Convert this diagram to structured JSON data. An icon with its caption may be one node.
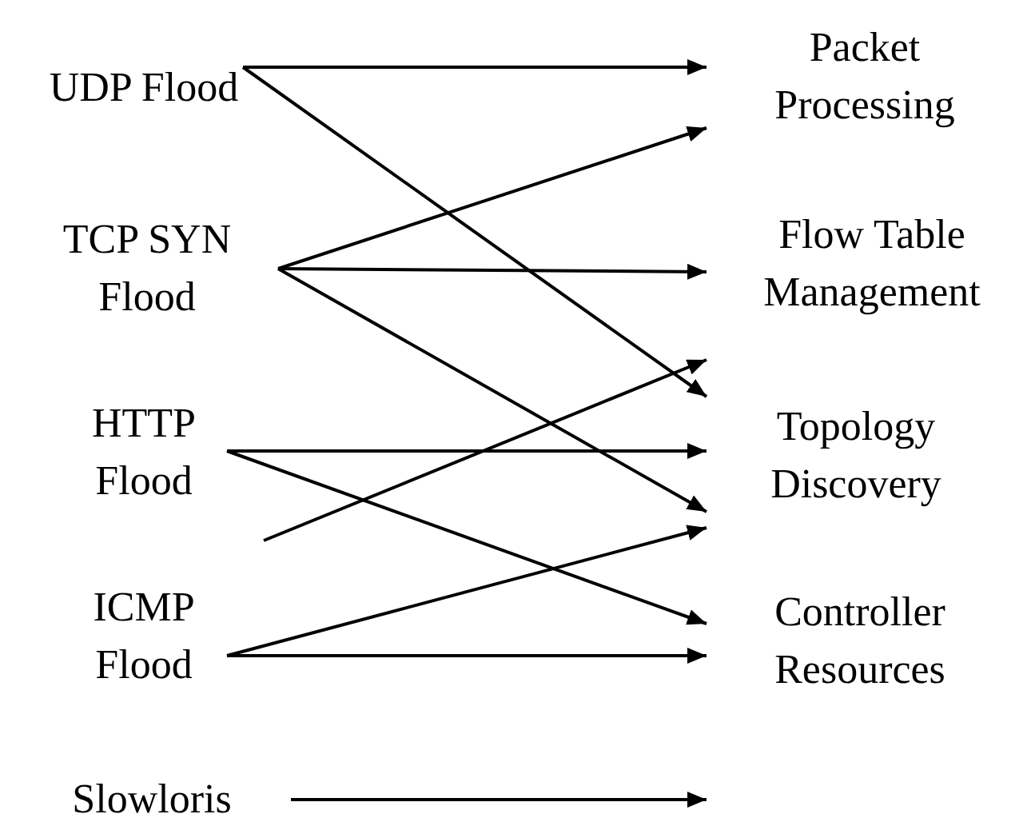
{
  "diagram": {
    "nodes": [
      {
        "text": [
          "UDP Flood"
        ]
      },
      {
        "text": [
          "TCP SYN Flood"
        ]
      },
      {
        "text": [
          "HTTP Flood"
        ]
      },
      {
        "text": [
          "ICMP Flood"
        ]
      },
      {
        "text": [
          "Slowloris"
        ]
      },
      {
        "text": [
          "Packet Processing"
        ]
      },
      {
        "text": [
          "Flow Table Management"
        ]
      },
      {
        "text": [
          "Topology Discovery"
        ]
      },
      {
        "text": [
          "Controller Resources"
        ]
      }
    ],
    "edges": [
      {
        "from": 0,
        "to": 5,
        "arrow": "to"
      },
      {
        "from": 0,
        "to": 7,
        "arrow": "to"
      },
      {
        "from": 1,
        "to": 5,
        "arrow": "to"
      },
      {
        "from": 1,
        "to": 6,
        "arrow": "to"
      },
      {
        "from": 1,
        "to": 7,
        "arrow": "to"
      },
      {
        "from": 2,
        "to": 7,
        "arrow": "to"
      },
      {
        "from": 2,
        "to": 8,
        "arrow": "to"
      },
      {
        "from": null,
        "to": 7,
        "arrow": "to"
      },
      {
        "from": 3,
        "to": 7,
        "arrow": "to"
      },
      {
        "from": 3,
        "to": 8,
        "arrow": "to"
      },
      {
        "from": 4,
        "to": null,
        "arrow": "to"
      }
    ]
  }
}
